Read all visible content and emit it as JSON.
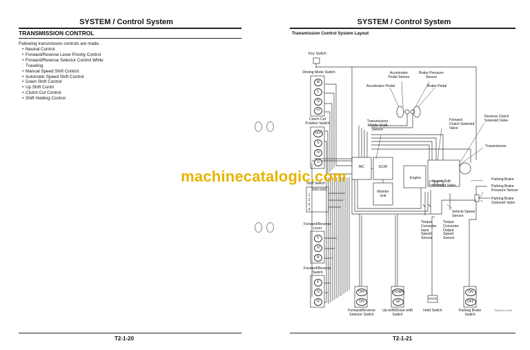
{
  "left_page": {
    "header": "SYSTEM / Control System",
    "section_title": "TRANSMISSION CONTROL",
    "intro": "Following transmission controls are made.",
    "items": [
      "Neutral Control",
      "Forward/Reverse Lever Priority Control",
      "Forward/Reverse Selector Control While",
      "Traveling",
      "Manual Speed Shift Control",
      "Automatic Speed Shift Control",
      "Down Shift Control",
      "Up Shift Contrl",
      "Clutch Cut Control",
      "Shift Holding Control"
    ],
    "page_number": "T2-1-20"
  },
  "right_page": {
    "header": "SYSTEM / Control System",
    "figure_title": "Transmission Control System Layout",
    "page_number": "T2-1-21",
    "figure_code": "TK6O-02-01-009",
    "labels": {
      "key_switch": "Key Switch",
      "driving_mode_switch": "Driving Mode Switch",
      "driving_mode_positions": [
        "M",
        "L",
        "N",
        "H"
      ],
      "clutch_cut_switch": "Clutch Cut\nPosition Switch",
      "clutch_cut_positions": [
        "OFF",
        "S",
        "N",
        "D"
      ],
      "shift_switch": "Shift Switch",
      "shift_switch_cols": [
        "SW1",
        "SW2"
      ],
      "shift_switch_rows": [
        "1",
        "2",
        "3",
        "4"
      ],
      "fr_lever": "Forward/Reverse\nLever",
      "fr_lever_positions": [
        "F",
        "N",
        "R"
      ],
      "fr_switch": "Forward/Reverse\nSwitch",
      "fr_switch_positions": [
        "F",
        "N",
        "R"
      ],
      "accel_pedal_sensor": "Accelerator\nPedal Sensor",
      "brake_pressure_sensor": "Brake Pressure\nSensor",
      "accel_pedal": "Accelerator Pedal",
      "brake_pedal": "Brake Pedal",
      "trans_middle_shaft": "Transmission\nMiddle Shaft\nSensor",
      "forward_clutch_valve": "Forward\nClutch Solenoid\nValve",
      "reverse_clutch_valve": "Reverse Clutch\nSolenoid Valve",
      "transmission": "Transmission",
      "mc": "MC",
      "ecm": "ECM",
      "monitor_unit": "Monitor\nUnit",
      "engine": "Engine",
      "speed_shift_valve": "Speed Shift\nSolenoid Valve",
      "parking_brake": "Parking Brake",
      "parking_brake_pressure": "Parking Brake\nPressure Sensor",
      "parking_brake_valve": "Parking Brake\nSolenoid Valve",
      "vehicle_speed_sensor": "Vehicle Speed\nSensor",
      "tc_input_sensor": "Torque\nConverter\nInput\nSpeed\nSensor",
      "tc_output_sensor": "Torque\nConverter\nOutput\nSpeed\nSensor",
      "fr_selector_switch": "Forward/Reverse\nSelector Switch",
      "fr_selector_positions": [
        "OFF",
        "ON"
      ],
      "updown_switch": "Up-shift/Down-shift\nSwitch",
      "updown_positions": [
        "DOWN",
        "UP"
      ],
      "hold_switch": "Hold Switch",
      "hold_label": "HOLD",
      "parking_brake_switch": "Parking Brake\nSwitch",
      "parking_brake_positions": [
        "ON",
        "OFF"
      ]
    }
  },
  "watermark": "machinecatalogic.com"
}
